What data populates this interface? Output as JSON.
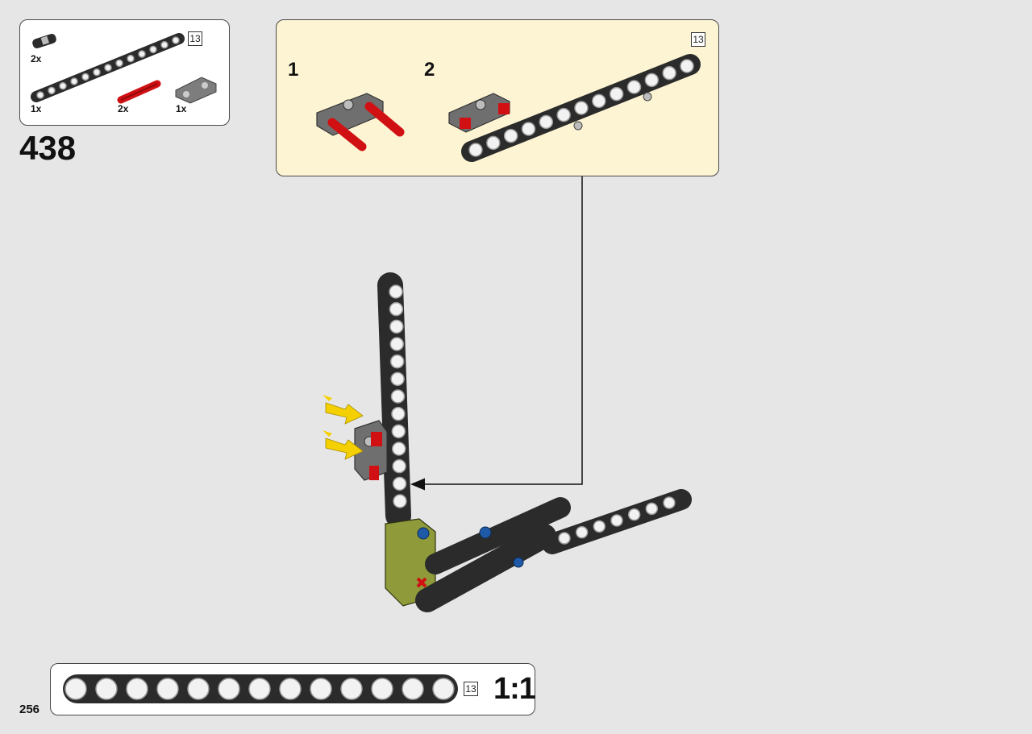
{
  "page": {
    "step_number": "438",
    "page_number": "256"
  },
  "parts_list": {
    "beam_length": "13",
    "items": [
      {
        "name": "black-pin-2x",
        "qty": "2x",
        "color": "#2b2b2b"
      },
      {
        "name": "black-beam-13",
        "qty": "1x",
        "color": "#333333"
      },
      {
        "name": "red-axle-pin",
        "qty": "2x",
        "color": "#d01012"
      },
      {
        "name": "gray-connector",
        "qty": "1x",
        "color": "#8a8a8a"
      }
    ]
  },
  "sub_assembly": {
    "beam_length": "13",
    "steps": [
      {
        "label": "1"
      },
      {
        "label": "2"
      }
    ]
  },
  "ruler": {
    "beam_length": "13",
    "scale": "1:1",
    "holes": 13
  },
  "colors": {
    "background": "#e6e6e6",
    "sub_panel_bg": "#fdf4d3",
    "beam_black": "#2b2b2b",
    "pin_red": "#d01012",
    "pin_blue": "#1e5aa8",
    "connector_olive": "#8f9a3a",
    "arrow_yellow": "#f5d000",
    "gray_part": "#7d7d7d"
  }
}
